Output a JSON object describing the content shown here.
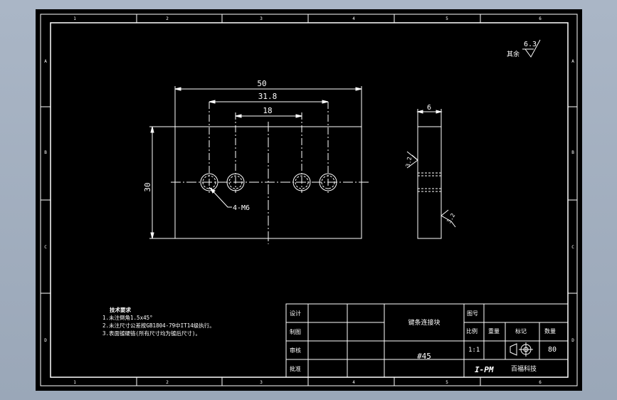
{
  "frame": {
    "top_zones": [
      "1",
      "2",
      "3",
      "4",
      "5",
      "6"
    ],
    "bottom_zones": [
      "1",
      "2",
      "3",
      "4",
      "5",
      "6"
    ],
    "side_zones": [
      "A",
      "B",
      "C",
      "D"
    ]
  },
  "roughness_note": {
    "label": "其余",
    "value": "6.3"
  },
  "front_view": {
    "dim_total_width": "50",
    "dim_outer_holes": "31.8",
    "dim_inner_holes": "18",
    "dim_height": "30",
    "hole_callout": "4-M6"
  },
  "side_view": {
    "dim_thickness": "6",
    "roughness_a": "3.2",
    "roughness_b": "3.2"
  },
  "technical_requirements": {
    "title": "技术要求",
    "lines": [
      "1.未注倒角1.5x45°",
      "2.未注尺寸公差按GB1804-79中IT14级执行。",
      "3.表面镀硬铬(所有尺寸均为镀后尺寸)。"
    ]
  },
  "title_block": {
    "row_labels": [
      "设计",
      "制图",
      "审核",
      "批准"
    ],
    "part_name": "键条连接块",
    "material": "#45",
    "drawing_no_label": "图号",
    "headers": [
      "比例",
      "重量",
      "标记",
      "数量"
    ],
    "scale": "1:1",
    "quantity": "80",
    "company_logo": "I-PM",
    "company_name": "百福科技"
  },
  "colors": {
    "line": "#ffffff",
    "background": "#000000",
    "canvas": "#a3b0c0"
  }
}
